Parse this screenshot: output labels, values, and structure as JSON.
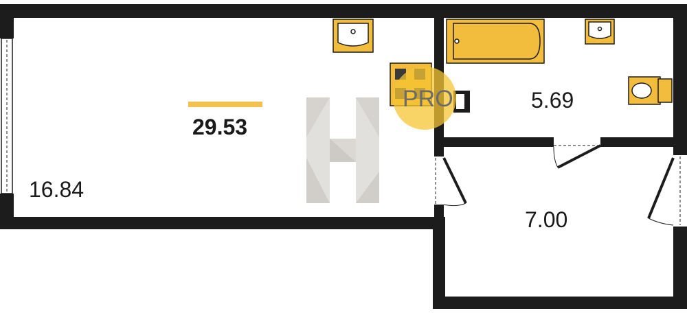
{
  "plan": {
    "total_area": "29.53",
    "rooms": [
      {
        "id": "living",
        "area": "16.84"
      },
      {
        "id": "bathroom",
        "area": "5.69"
      },
      {
        "id": "hallway",
        "area": "7.00"
      }
    ],
    "watermark": {
      "letter": "H",
      "badge_text": "PRO"
    },
    "colors": {
      "wall": "#1c1c1c",
      "fixture_fill": "#f2bd3d",
      "fixture_stroke": "#1c1c1c",
      "accent_bar": "#f2c14e",
      "pro_circle": "#f5c431"
    },
    "fixtures": [
      "sink",
      "bathtub",
      "sink",
      "toilet",
      "stove"
    ]
  }
}
